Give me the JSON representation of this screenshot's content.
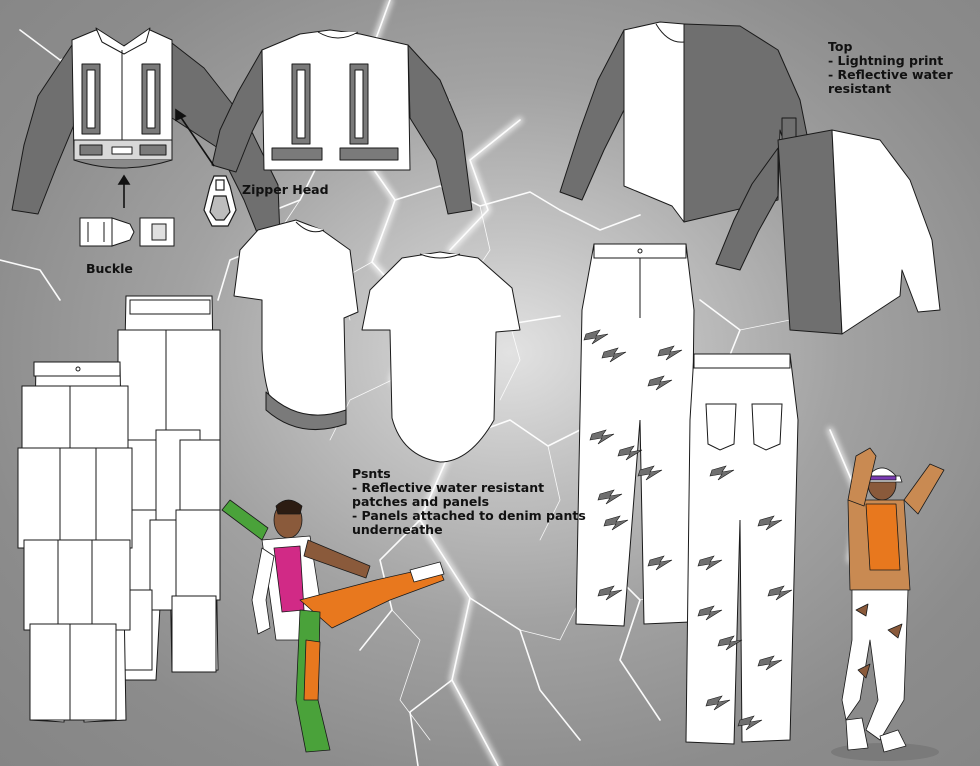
{
  "labels": {
    "zipper": "Zipper Head",
    "buckle": "Buckle"
  },
  "top_notes": {
    "heading": "Top",
    "line1": "- Lightning print",
    "line2": "- Reflective water",
    "line3": "resistant"
  },
  "pants_notes": {
    "heading": "Psnts",
    "line1": "- Reflective water resistant",
    "line2": "patches and panels",
    "line3": "- Panels attached to denim pants",
    "line4": "underneathe"
  },
  "colors": {
    "background": "#8f8f8f",
    "sleeve_grey": "#6f6f6f",
    "garment_white": "#ffffff",
    "outline": "#1a1a1a",
    "orange": "#e8781e",
    "green": "#4aa23a",
    "magenta": "#d12a86"
  }
}
